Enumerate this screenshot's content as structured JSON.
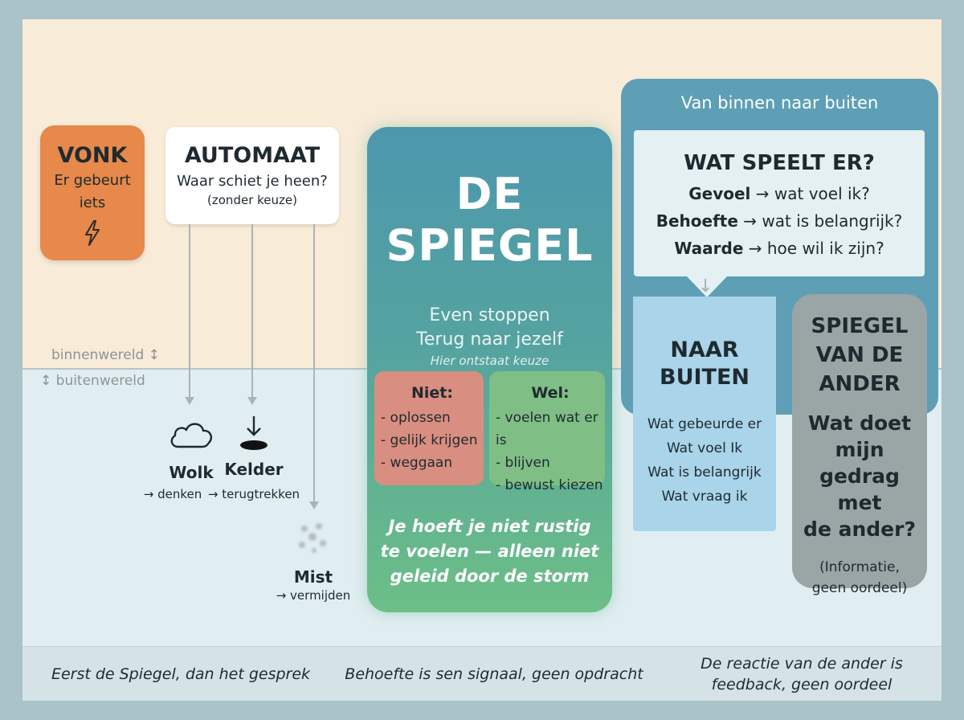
{
  "worlds": {
    "inner_label": "binnenwereld ↕",
    "outer_label": "↕ buitenwereld"
  },
  "vonk": {
    "title": "VONK",
    "line1": "Er gebeurt",
    "line2": "iets",
    "icon": "lightning-icon"
  },
  "automaat": {
    "title": "AUTOMAAT",
    "line1": "Waar schiet je heen?",
    "line2": "(zonder keuze)"
  },
  "reactions": [
    {
      "label": "Wolk",
      "sub": "→ denken",
      "icon": "cloud-icon"
    },
    {
      "label": "Kelder",
      "sub": "→ terugtrekken",
      "icon": "hole-icon"
    },
    {
      "label": "Mist",
      "sub": "→ vermijden",
      "icon": "fog-icon"
    }
  ],
  "spiegel": {
    "title_1": "DE",
    "title_2": "SPIEGEL",
    "line1": "Even stoppen",
    "line2": "Terug naar jezelf",
    "hint": "Hier ontstaat keuze",
    "niet": {
      "heading": "Niet:",
      "items": [
        "- oplossen",
        "- gelijk krijgen",
        "- weggaan"
      ]
    },
    "wel": {
      "heading": "Wel:",
      "items": [
        "- voelen wat er is",
        "- blijven",
        "- bewust kiezen"
      ]
    },
    "quote_1": "Je hoeft je niet rustig",
    "quote_2": "te voelen — alleen niet",
    "quote_3": "geleid door de storm"
  },
  "van_binnen": {
    "heading": "Van binnen naar buiten",
    "box_title": "WAT SPEELT ER?",
    "rows": [
      {
        "bold": "Gevoel",
        "rest": " → wat voel ik?"
      },
      {
        "bold": "Behoefte",
        "rest": " → wat is belangrijk?"
      },
      {
        "bold": "Waarde",
        "rest": " → hoe wil ik zijn?"
      }
    ],
    "arrow": "↓"
  },
  "naar_buiten": {
    "title_1": "NAAR",
    "title_2": "BUITEN",
    "items": [
      "Wat gebeurde er",
      "Wat voel Ik",
      "Wat is belangrijk",
      "Wat vraag ik"
    ]
  },
  "spiegel_ander": {
    "title_1": "SPIEGEL",
    "title_2": "VAN DE",
    "title_3": "ANDER",
    "q1": "Wat doet",
    "q2": "mijn gedrag",
    "q3": "met",
    "q4": "de ander?",
    "note1": "(Informatie,",
    "note2": "geen oordeel)"
  },
  "footer": {
    "left": "Eerst de Spiegel, dan het gesprek",
    "middle": "Behoefte is sen signaal, geen opdracht",
    "right_1": "De reactie van de ander is",
    "right_2": "feedback, geen oordeel"
  },
  "colors": {
    "vonk": "#e6894a",
    "spiegel_top": "#4d97ad",
    "spiegel_bottom": "#6cbf86",
    "niet": "#d88e80",
    "wel": "#7fbf85",
    "naar_buiten": "#a9d4ea",
    "spiegel_ander": "#9aa5a5"
  }
}
